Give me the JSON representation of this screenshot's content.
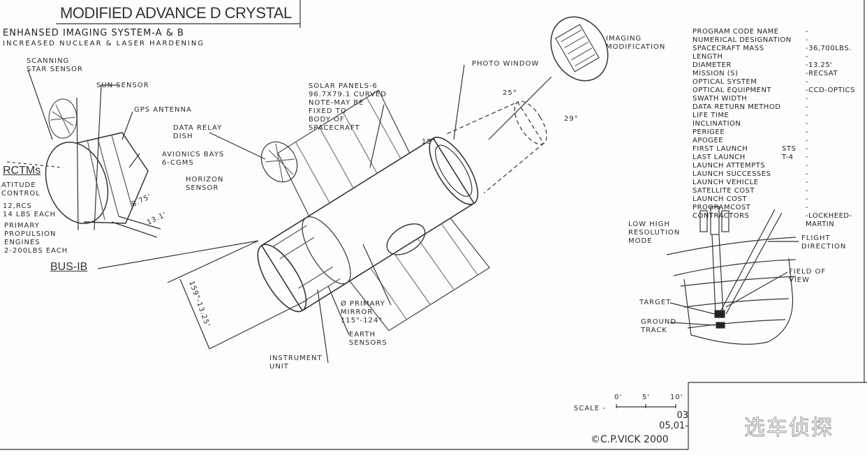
{
  "title": "MODIFIED ADVANCE D CRYSTAL",
  "subtitle1": "ENHANSED IMAGING  SYSTEM-A & B",
  "subtitle2": "INCREASED NUCLEAR & LASER HARDENING",
  "labels": {
    "scanning_star_sensor": "SCANNING\nSTAR SENSOR",
    "sun_sensor": "SUN SENSOR",
    "gps_antenna": "GPS ANTENNA",
    "avionics_bays": "AVIONICS BAYS\n6-CGMS",
    "rctms": "RCTMs",
    "attitude_control": "ATITUDE\nCONTROL",
    "rcs": "12,RCS\n14 LBS EACH",
    "primary_propulsion": "PRIMARY\nPROPULSION\nENGINES\n2-200LBS EACH",
    "bus": "BUS-IB",
    "dim_875": "8.75'",
    "dim_131": "13.1'",
    "data_relay_dish": "DATA RELAY\nDISH",
    "horizon_sensor": "HORIZON\nSENSOR",
    "solar_panels": "SOLAR PANELS-6\n96.7X79.1 CURVED\nNOTE-MAY BE\nFIXED TO\nBODY OF\nSPACECRAFT",
    "photo_window": "PHOTO WINDOW",
    "imaging_modification": "IMAGING\nMODIFICATION",
    "angle_25": "25°",
    "angle_29": "29°",
    "angle_15": "15°",
    "length_dim": "159\"-13.25'",
    "primary_mirror": "Ø PRIMARY\nMIRROR\n115\"-124\"",
    "earth_sensors": "EARTH\nSENSORS",
    "instrument_unit": "INSTRUMENT\nUNIT",
    "low_high_res": "LOW HIGH\nRESOLUTION\nMODE",
    "flight_direction": "FLIGHT\nDIRECTION",
    "field_of_view": "FIELD OF\nVIEW",
    "target": "TARGET",
    "ground_track": "GROUND\nTRACK"
  },
  "specs": [
    {
      "k": "PROGRAM CODE NAME",
      "m": "",
      "v": "-"
    },
    {
      "k": "NUMERICAL DESIGNATION",
      "m": "",
      "v": "-"
    },
    {
      "k": "SPACECRAFT MASS",
      "m": "",
      "v": "-36,700LBS."
    },
    {
      "k": "LENGTH",
      "m": "",
      "v": "-"
    },
    {
      "k": "DIAMETER",
      "m": "",
      "v": "-13.25'"
    },
    {
      "k": "MISSION (S)",
      "m": "",
      "v": "-RECSAT"
    },
    {
      "k": "OPTICAL SYSTEM",
      "m": "",
      "v": "-"
    },
    {
      "k": "OPTICAL EQUIPMENT",
      "m": "",
      "v": "-CCD-OPTICS"
    },
    {
      "k": "SWATH WIDTH",
      "m": "",
      "v": "-"
    },
    {
      "k": "DATA RETURN METHOD",
      "m": "",
      "v": "-"
    },
    {
      "k": "LIFE TIME",
      "m": "",
      "v": "-"
    },
    {
      "k": "INCLINATION",
      "m": "",
      "v": "-"
    },
    {
      "k": "PERIGEE",
      "m": "",
      "v": "-"
    },
    {
      "k": "APOGEE",
      "m": "",
      "v": "-"
    },
    {
      "k": "FIRST LAUNCH",
      "m": "STS",
      "v": "-"
    },
    {
      "k": "LAST LAUNCH",
      "m": "T-4",
      "v": "-"
    },
    {
      "k": "LAUNCH ATTEMPTS",
      "m": "",
      "v": "-"
    },
    {
      "k": "LAUNCH SUCCESSES",
      "m": "",
      "v": "-"
    },
    {
      "k": "LAUNCH VEHICLE",
      "m": "",
      "v": "-"
    },
    {
      "k": "SATELLITE COST",
      "m": "",
      "v": "-"
    },
    {
      "k": "LAUNCH COST",
      "m": "",
      "v": "-"
    },
    {
      "k": "PROGRAMCOST",
      "m": "",
      "v": "-"
    },
    {
      "k": "CONTRACTORS",
      "m": "",
      "v": "-LOCKHEED-\nMARTIN"
    }
  ],
  "scale": {
    "label": "SCALE -",
    "ticks": [
      "0'",
      "5'",
      "10'"
    ]
  },
  "credit": {
    "code": "03\n05,01-",
    "author": "©C.P.VICK 2000"
  },
  "watermark": "选车侦探"
}
